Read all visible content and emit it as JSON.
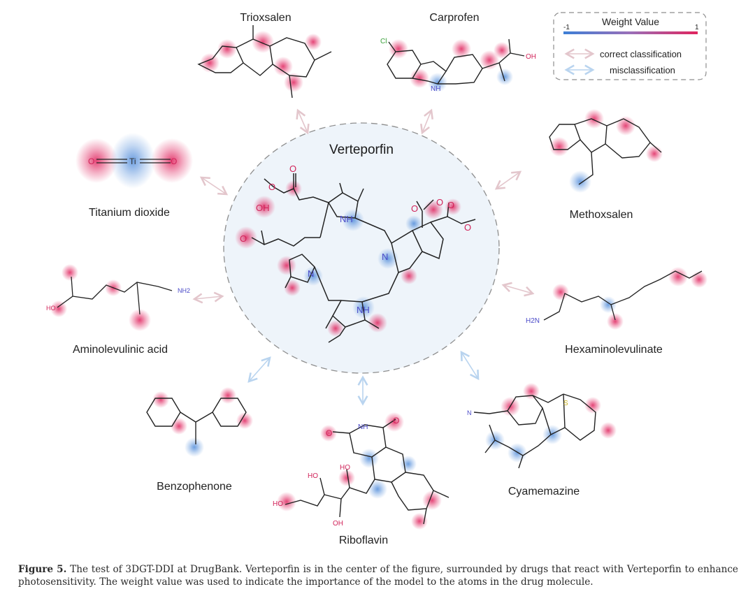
{
  "figure": {
    "center_drug": "Verteporfin",
    "drugs": {
      "trioxsalen": "Trioxsalen",
      "carprofen": "Carprofen",
      "methoxsalen": "Methoxsalen",
      "hexaminolevulinate": "Hexaminolevulinate",
      "cyamemazine": "Cyamemazine",
      "riboflavin": "Riboflavin",
      "benzophenone": "Benzophenone",
      "aminolevulinic": "Aminolevulinic acid",
      "titanium": "Titanium dioxide"
    },
    "legend": {
      "title": "Weight Value",
      "min_label": "-1",
      "max_label": "1",
      "correct": "correct classification",
      "mis": "misclassification",
      "colors": {
        "negative": "#3d7fd6",
        "positive": "#e0245e",
        "correct_arrow": "#e3c6cc",
        "mis_arrow": "#b9d4ef"
      }
    },
    "atoms": {
      "o": "O",
      "oh": "OH",
      "ho": "HO",
      "nh": "NH",
      "n": "N",
      "cl": "Cl",
      "ti": "Ti",
      "nh2": "NH2",
      "h2n": "H2N",
      "s": "S"
    }
  },
  "caption": {
    "label": "Figure 5.",
    "text": " The test of 3DGT-DDI at DrugBank. Verteporfin is in the center of the figure, surrounded by drugs that react with Verteporfin to enhance photosensitivity. The weight value was used to indicate the importance of the model to the atoms in the drug molecule."
  }
}
